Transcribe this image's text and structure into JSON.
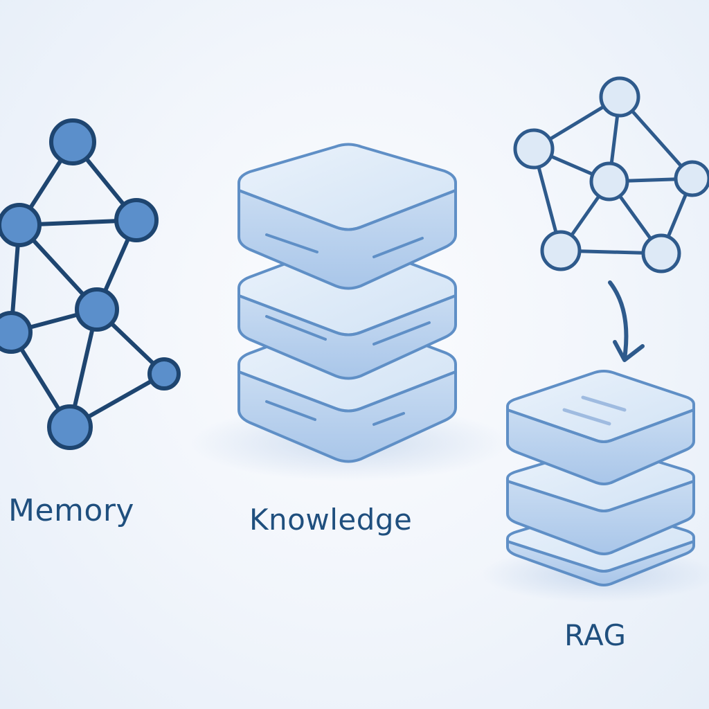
{
  "labels": {
    "memory": "Memory",
    "knowledge": "Knowledge",
    "rag": "RAG"
  },
  "colors": {
    "stroke_dark": "#1e4570",
    "node_fill_dark": "#5b8fcb",
    "stroke_mid": "#3f72ad",
    "node_fill_light": "#dde9f6",
    "layer_stroke": "#5f8fc6",
    "layer_top": "#dbe8f7",
    "layer_side": "#b5cfed",
    "label_text": "#1f4f7e"
  }
}
